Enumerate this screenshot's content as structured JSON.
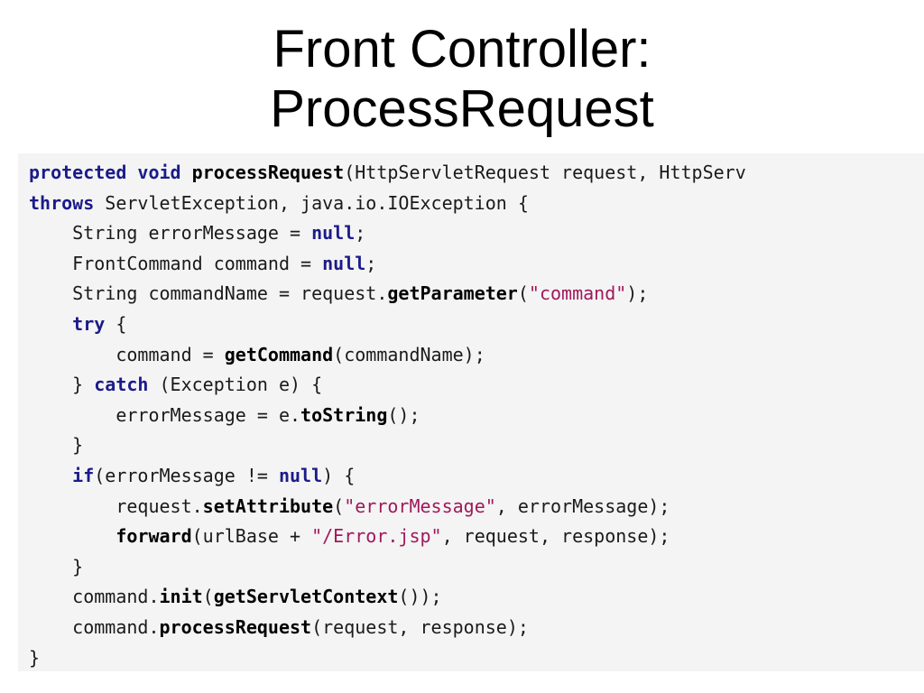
{
  "slide": {
    "title_line1": "Front Controller:",
    "title_line2": "ProcessRequest"
  },
  "colors": {
    "keyword": "#1b1b8a",
    "string": "#a0185c",
    "text": "#1a1a1a",
    "panel_background": "#f4f4f4"
  },
  "code": [
    [
      [
        "kw",
        "protected"
      ],
      [
        "tx",
        " "
      ],
      [
        "kw",
        "void"
      ],
      [
        "tx",
        " "
      ],
      [
        "fn",
        "processRequest"
      ],
      [
        "tx",
        "(HttpServletRequest request, HttpServ"
      ]
    ],
    [
      [
        "kw",
        "throws"
      ],
      [
        "tx",
        " ServletException, java.io.IOException {"
      ]
    ],
    [
      [
        "tx",
        "    String errorMessage = "
      ],
      [
        "kw",
        "null"
      ],
      [
        "tx",
        ";"
      ]
    ],
    [
      [
        "tx",
        "    FrontCommand command = "
      ],
      [
        "kw",
        "null"
      ],
      [
        "tx",
        ";"
      ]
    ],
    [
      [
        "tx",
        "    String commandName = request."
      ],
      [
        "fn",
        "getParameter"
      ],
      [
        "tx",
        "("
      ],
      [
        "str",
        "\"command\""
      ],
      [
        "tx",
        ");"
      ]
    ],
    [
      [
        "tx",
        "    "
      ],
      [
        "kw",
        "try"
      ],
      [
        "tx",
        " {"
      ]
    ],
    [
      [
        "tx",
        "        command = "
      ],
      [
        "fn",
        "getCommand"
      ],
      [
        "tx",
        "(commandName);"
      ]
    ],
    [
      [
        "tx",
        "    } "
      ],
      [
        "kw",
        "catch"
      ],
      [
        "tx",
        " (Exception e) {"
      ]
    ],
    [
      [
        "tx",
        "        errorMessage = e."
      ],
      [
        "fn",
        "toString"
      ],
      [
        "tx",
        "();"
      ]
    ],
    [
      [
        "tx",
        "    }"
      ]
    ],
    [
      [
        "tx",
        "    "
      ],
      [
        "kw",
        "if"
      ],
      [
        "tx",
        "(errorMessage != "
      ],
      [
        "kw",
        "null"
      ],
      [
        "tx",
        ") {"
      ]
    ],
    [
      [
        "tx",
        "        request."
      ],
      [
        "fn",
        "setAttribute"
      ],
      [
        "tx",
        "("
      ],
      [
        "str",
        "\"errorMessage\""
      ],
      [
        "tx",
        ", errorMessage);"
      ]
    ],
    [
      [
        "tx",
        "        "
      ],
      [
        "fn",
        "forward"
      ],
      [
        "tx",
        "(urlBase + "
      ],
      [
        "str",
        "\"/Error.jsp\""
      ],
      [
        "tx",
        ", request, response);"
      ]
    ],
    [
      [
        "tx",
        "    }"
      ]
    ],
    [
      [
        "tx",
        "    command."
      ],
      [
        "fn",
        "init"
      ],
      [
        "tx",
        "("
      ],
      [
        "fn",
        "getServletContext"
      ],
      [
        "tx",
        "());"
      ]
    ],
    [
      [
        "tx",
        "    command."
      ],
      [
        "fn",
        "processRequest"
      ],
      [
        "tx",
        "(request, response);"
      ]
    ],
    [
      [
        "tx",
        "}"
      ]
    ]
  ]
}
